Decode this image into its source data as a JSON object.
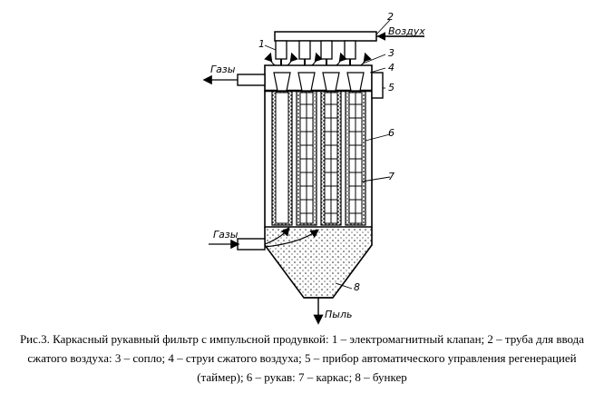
{
  "labels": {
    "air": "Воздух",
    "gases_out": "Газы",
    "gases_in": "Газы",
    "dust": "Пыль"
  },
  "numbers": [
    "1",
    "2",
    "3",
    "4",
    "5",
    "6",
    "7",
    "8"
  ],
  "caption": "Рис.3. Каркасный рукавный фильтр с импульсной продувкой: 1 – электромагнитный клапан; 2 – труба для ввода сжатого воздуха: 3 – сопло; 4 – струи сжатого воздуха; 5 – прибор автоматического управления регенерацией (таймер); 6 – рукав: 7 – каркас; 8 – бункер"
}
